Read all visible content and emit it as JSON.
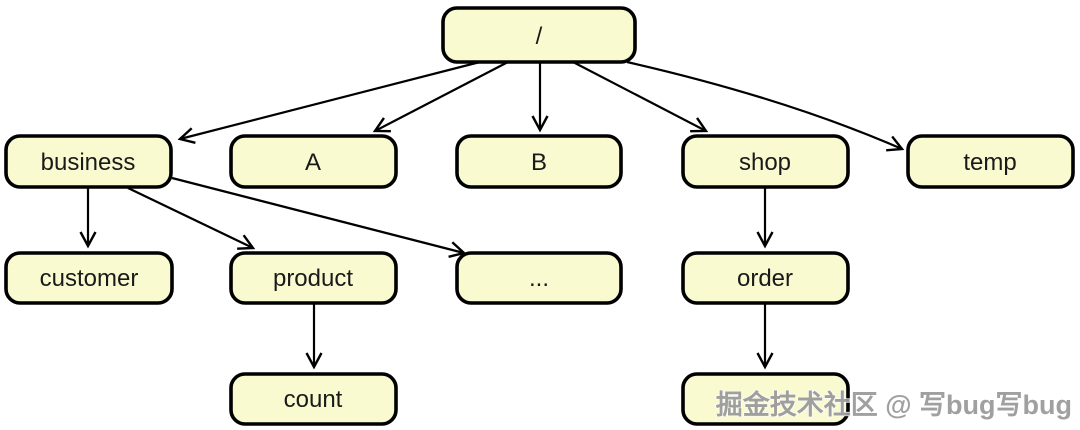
{
  "diagram": {
    "colors": {
      "node_fill": "#FAFAD0",
      "node_border": "#000000",
      "background": "#FFFFFF",
      "edge": "#000000"
    },
    "nodes": {
      "root": "/",
      "business": "business",
      "a": "A",
      "b": "B",
      "shop": "shop",
      "temp": "temp",
      "customer": "customer",
      "product": "product",
      "ellipsis": "...",
      "order": "order",
      "count": "count",
      "order_child": ""
    },
    "edges": [
      {
        "from": "/",
        "to": "business"
      },
      {
        "from": "/",
        "to": "A"
      },
      {
        "from": "/",
        "to": "B"
      },
      {
        "from": "/",
        "to": "shop"
      },
      {
        "from": "/",
        "to": "temp"
      },
      {
        "from": "business",
        "to": "customer"
      },
      {
        "from": "business",
        "to": "product"
      },
      {
        "from": "business",
        "to": "..."
      },
      {
        "from": "product",
        "to": "count"
      },
      {
        "from": "shop",
        "to": "order"
      },
      {
        "from": "order",
        "to": ""
      }
    ]
  },
  "watermark": {
    "text": "掘金技术社区 @ 写bug写bug",
    "color": "#9b9b9b"
  }
}
